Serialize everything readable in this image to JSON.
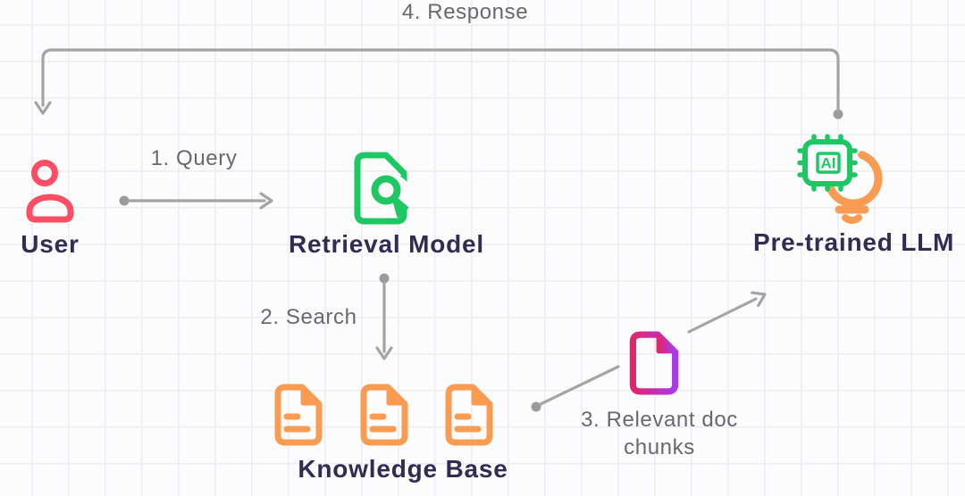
{
  "diagram_type": "RAG architecture flow",
  "colors": {
    "user_pink": "#FB4D63",
    "green": "#1FC764",
    "orange": "#F99C52",
    "doc_gradient_start": "#E3256C",
    "doc_gradient_end": "#A73AEC",
    "label_navy": "#322B52",
    "connector_gray": "#A4A4A4",
    "step_text_gray": "#67696D",
    "background": "#FCFCFD",
    "grid_line": "#EDEDF2"
  },
  "nodes": {
    "user": {
      "label": "User",
      "icon": "person-icon"
    },
    "retrieval_model": {
      "label": "Retrieval Model",
      "icon": "document-search-icon"
    },
    "knowledge_base": {
      "label": "Knowledge Base",
      "icon": "document-icon",
      "doc_count": 3
    },
    "doc_chunk": {
      "icon": "document-icon"
    },
    "pretrained_llm": {
      "label": "Pre-trained LLM",
      "icon": "ai-chip-lightbulb-icon",
      "chip_text": "AI"
    }
  },
  "steps": {
    "query": {
      "label": "1. Query",
      "from": "user",
      "to": "retrieval_model"
    },
    "search": {
      "label": "2. Search",
      "from": "retrieval_model",
      "to": "knowledge_base"
    },
    "chunks": {
      "label_line1": "3. Relevant doc",
      "label_line2": "chunks",
      "from": "knowledge_base",
      "to": "pretrained_llm"
    },
    "response": {
      "label": "4. Response",
      "from": "pretrained_llm",
      "to": "user"
    }
  }
}
